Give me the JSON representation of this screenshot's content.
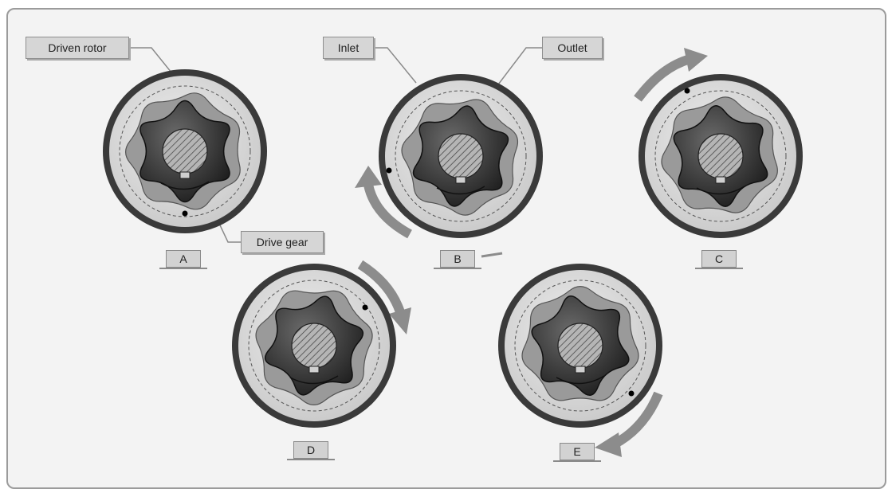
{
  "callouts": {
    "driven_rotor": "Driven rotor",
    "inlet": "Inlet",
    "outlet": "Outlet",
    "drive_gear": "Drive gear"
  },
  "stages": [
    {
      "label": "A"
    },
    {
      "label": "B"
    },
    {
      "label": "C"
    },
    {
      "label": "D"
    },
    {
      "label": "E"
    }
  ],
  "colors": {
    "frame_background": "#f3f3f3",
    "frame_border": "#9b9b9b",
    "housing": "#3a3a3a",
    "housing_face": "#d9d9d9",
    "outer_rotor": "#9a9a9a",
    "inner_rotor": "#2e2e2e",
    "shaft": "#a5a5a5",
    "rotation_arrow": "#8c8c8c",
    "callout_fill": "#d6d6d6"
  },
  "icons": [
    "rotation-arrow-icon",
    "seal-point-icon"
  ]
}
